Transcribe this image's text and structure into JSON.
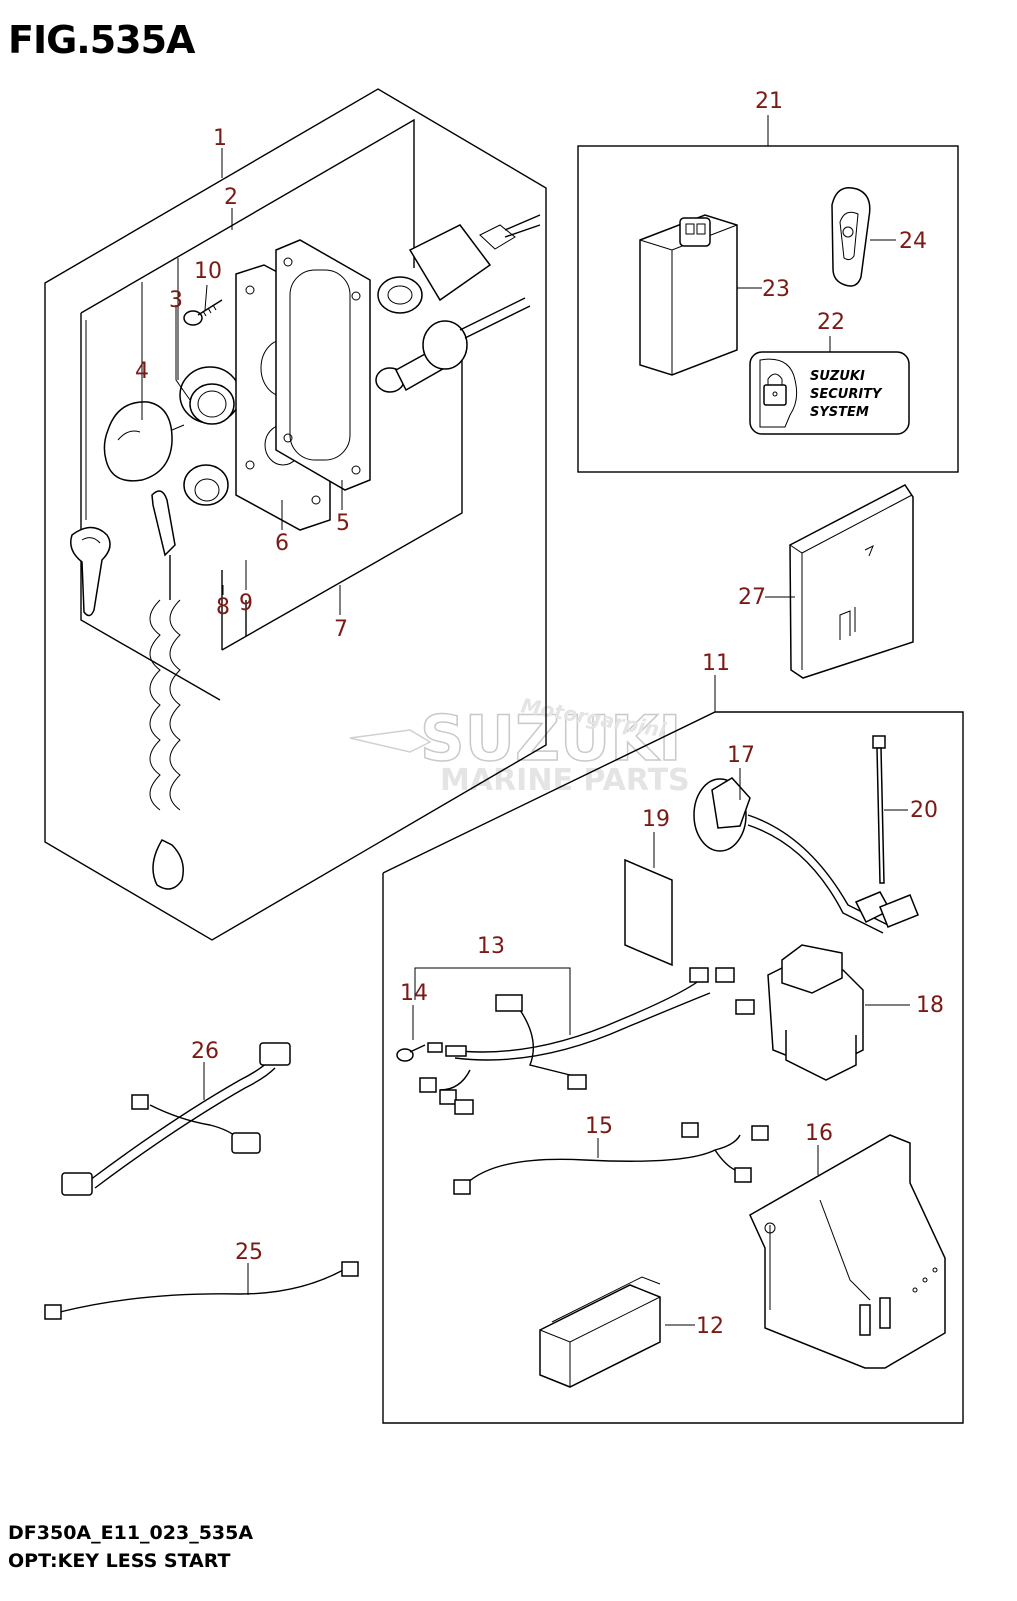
{
  "figure": {
    "title": "FIG.535A",
    "code": "DF350A_E11_023_535A",
    "name": "OPT:KEY LESS START"
  },
  "watermark": {
    "brand": "SUZUKI",
    "line2": "MARINE PARTS",
    "script": "Motorgarpini"
  },
  "decal_text": [
    "SUZUKI",
    "SECURITY",
    "SYSTEM"
  ],
  "callouts": [
    "1",
    "2",
    "3",
    "4",
    "5",
    "6",
    "7",
    "8",
    "9",
    "10",
    "11",
    "12",
    "13",
    "14",
    "15",
    "16",
    "17",
    "18",
    "19",
    "20",
    "21",
    "22",
    "23",
    "24",
    "25",
    "26",
    "27"
  ],
  "colors": {
    "callout": "#7a1a14",
    "line": "#000000",
    "watermark": "#c9c9c9"
  }
}
